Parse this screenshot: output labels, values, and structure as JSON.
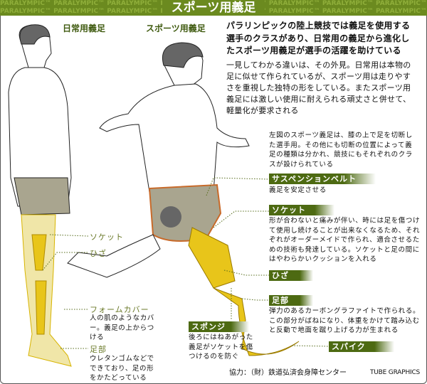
{
  "header": {
    "title": "スポーツ用義足",
    "pattern_text": "PARALYMPIC™ PARALYMPIC™ PARALYMPIC™ PARALYMPIC™ PARALYMPIC™ PARALYMPIC™ PARALYMPIC™ PARALYMPIC™",
    "color": "#6b8a1f"
  },
  "figure_labels": {
    "daily": "日常用義足",
    "sports": "スポーツ用義足"
  },
  "intro": {
    "lead": [
      "パラリンピックの陸上競技では義足を使用する",
      "選手のクラスがあり、日常用の義足から進化し",
      "たスポーツ用義足が選手の活躍を助けている"
    ],
    "body": [
      "一見してわかる違いは、その外見。日常用は本物の",
      "足に似せて作られているが、スポーツ用は走りやす",
      "さを重視した独特の形をしている。またスポーツ用",
      "義足には激しい使用に耐えられる頑丈さと併せて、",
      "軽量化が要求される"
    ]
  },
  "note": [
    "左図のスポーツ義足は、膝の上で足を切断し",
    "た選手用。その他にも切断の位置によって義",
    "足の種類は分かれ、競技にもそれぞれのクラ",
    "スが設けられている"
  ],
  "sports_parts": [
    {
      "label": "サスペンションベルト",
      "desc": [
        "義足を安定させる"
      ]
    },
    {
      "label": "ソケット",
      "desc": [
        "形が合わないと痛みが伴い、時には足を傷つけ",
        "て使用し続けることが出来なくなるため、それ",
        "ぞれがオーダーメイドで作られ、適合させるた",
        "めの技術も発達している。ソケットと足の間に",
        "はやわらかいクッションを入れる"
      ]
    },
    {
      "label": "ひざ",
      "desc": []
    },
    {
      "label": "足部",
      "desc": [
        "弾力のあるカーボングラファイトで作られる。",
        "この部分がばねになり、体重をかけて踏み込む",
        "と反動で地面を蹴り上げる力が生まれる"
      ]
    },
    {
      "label": "スパイク",
      "desc": []
    },
    {
      "label": "スポンジ",
      "desc": [
        "後ろにはねあがった",
        "義足がソケットを傷",
        "つけるのを防ぐ"
      ]
    }
  ],
  "daily_parts": [
    {
      "label": "ソケット",
      "desc": []
    },
    {
      "label": "ひざ",
      "desc": []
    },
    {
      "label": "フォームカバー",
      "desc": [
        "人の肌のようなカバ",
        "ー。義足の上からつ",
        "ける"
      ]
    },
    {
      "label": "足部",
      "desc": [
        "ウレタンゴムなどで",
        "できており、足の形",
        "をかたどっている"
      ]
    }
  ],
  "credit": "協力：（財）鉄道弘済会身障センター",
  "source": "TUBE GRAPHICS",
  "colors": {
    "label_bar": "#4d6a12",
    "prosthesis": "#e8c51a",
    "shorts": "#a9a58f"
  }
}
